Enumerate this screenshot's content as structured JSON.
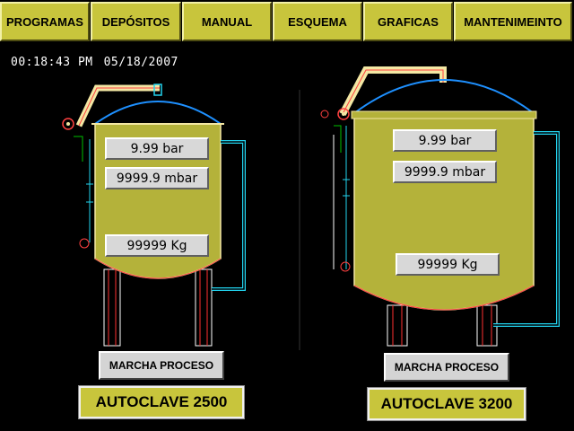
{
  "nav": {
    "programas": "PROGRAMAS",
    "depositos": "DEPÓSITOS",
    "manual": "MANUAL",
    "esquema": "ESQUEMA",
    "graficas": "GRAFICAS",
    "mantenimiento": "MANTENIMEINTO"
  },
  "status": {
    "time": "00:18:43 PM",
    "date": "05/18/2007"
  },
  "tank1": {
    "pressure_bar": "9.99 bar",
    "pressure_mbar": "9999.9 mbar",
    "weight": "99999 Kg",
    "run_button": "MARCHA PROCESO",
    "name": "AUTOCLAVE 2500"
  },
  "tank2": {
    "pressure_bar": "9.99 bar",
    "pressure_mbar": "9999.9 mbar",
    "weight": "99999 Kg",
    "run_button": "MARCHA PROCESO",
    "name": "AUTOCLAVE 3200"
  },
  "colors": {
    "button_olive": "#c8c53c",
    "tank_body": "#b4b23a",
    "dome_outline": "#1e90ff",
    "pipe_cyan": "#22d3ee"
  }
}
